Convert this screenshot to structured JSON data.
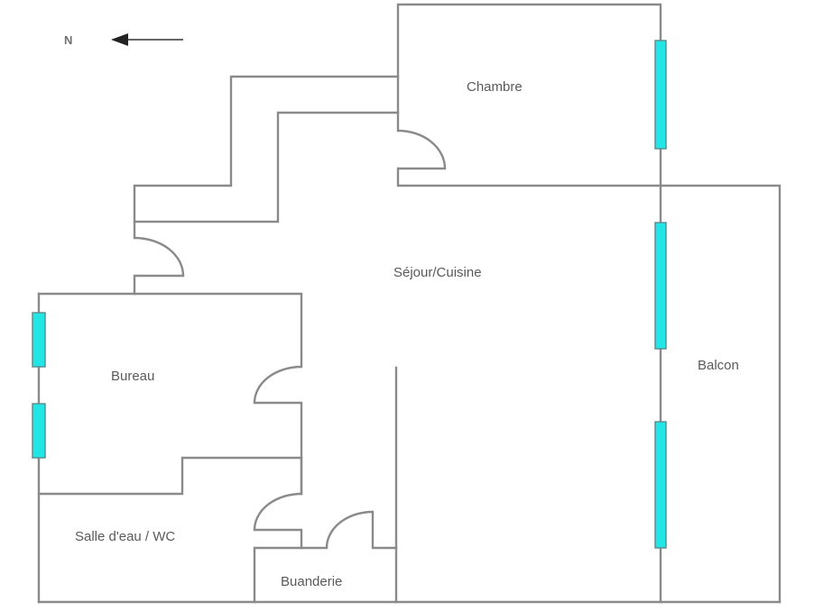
{
  "plan": {
    "compass": {
      "label": "N",
      "direction": "left"
    },
    "rooms": [
      {
        "id": "chambre",
        "label": "Chambre"
      },
      {
        "id": "sejour",
        "label": "Séjour/Cuisine"
      },
      {
        "id": "balcon",
        "label": "Balcon"
      },
      {
        "id": "bureau",
        "label": "Bureau"
      },
      {
        "id": "salle-eau",
        "label": "Salle d'eau / WC"
      },
      {
        "id": "buanderie",
        "label": "Buanderie"
      }
    ],
    "colors": {
      "wall": "#8a8a8a",
      "window": "#22e6e6",
      "label": "#5a5a5a"
    }
  }
}
